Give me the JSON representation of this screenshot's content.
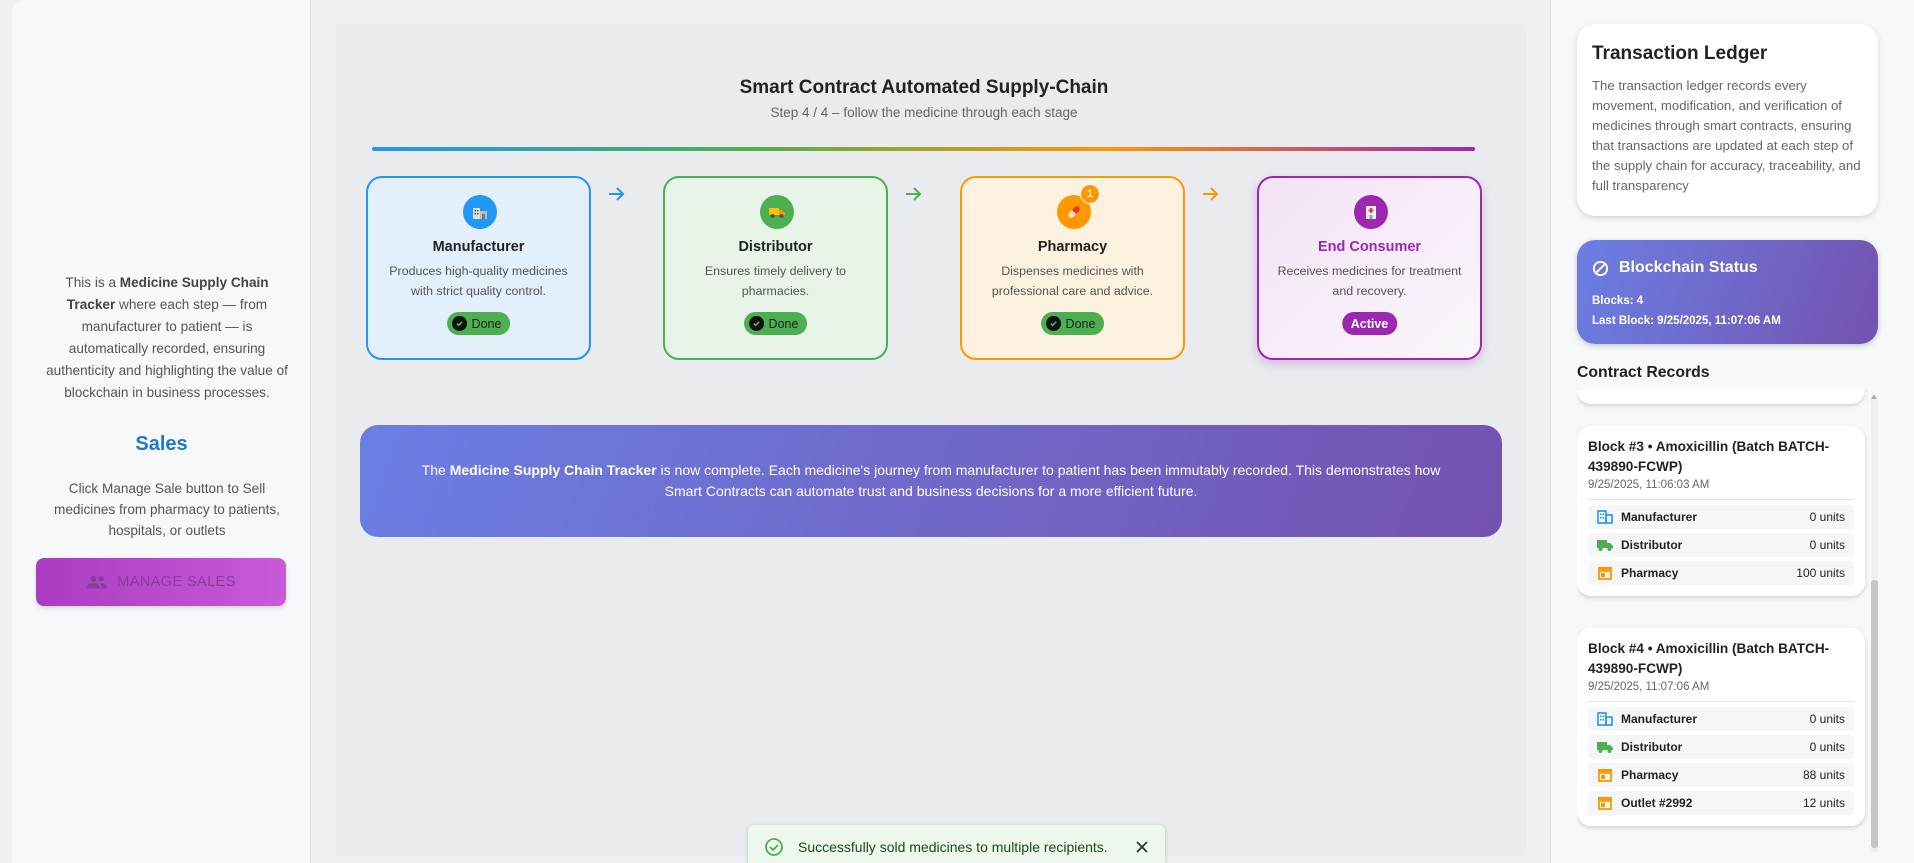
{
  "sidebar": {
    "intro_prefix": "This is a ",
    "intro_bold": "Medicine Supply Chain Tracker",
    "intro_suffix": " where each step — from manufacturer to patient — is automatically recorded, ensuring authenticity and highlighting the value of blockchain in business processes.",
    "sales_title": "Sales",
    "sales_desc": "Click Manage Sale button to Sell medicines from pharmacy to patients, hospitals, or outlets",
    "manage_button": "MANAGE SALES"
  },
  "main": {
    "title": "Smart Contract Automated Supply-Chain",
    "subtitle": "Step 4 / 4 – follow the medicine through each stage",
    "stages": [
      {
        "name": "Manufacturer",
        "desc": "Produces high-quality medicines with strict quality control.",
        "status": "Done",
        "color": "#2196f3",
        "bg": "#e3f0fc"
      },
      {
        "name": "Distributor",
        "desc": "Ensures timely delivery to pharmacies.",
        "status": "Done",
        "color": "#4caf50",
        "bg": "#e8f4e8"
      },
      {
        "name": "Pharmacy",
        "desc": "Dispenses medicines with professional care and advice.",
        "status": "Done",
        "color": "#ff9800",
        "bg": "#fdf1e0",
        "badge": "1"
      },
      {
        "name": "End Consumer",
        "desc": "Receives medicines for treatment and recovery.",
        "status": "Active",
        "color": "#9c27b0",
        "bg": "#f5e8f7"
      }
    ],
    "notice_prefix": "The ",
    "notice_bold": "Medicine Supply Chain Tracker",
    "notice_suffix": " is now complete. Each medicine's journey from manufacturer to patient has been immutably recorded. This demonstrates how Smart Contracts can automate trust and business decisions for a more efficient future."
  },
  "ledger": {
    "title": "Transaction Ledger",
    "desc": "The transaction ledger records every movement, modification, and verification of medicines through smart contracts, ensuring that transactions are updated at each step of the supply chain for accuracy, traceability, and full transparency"
  },
  "blockchain_status": {
    "title": "Blockchain Status",
    "blocks": "Blocks: 4",
    "last_block": "Last Block: 9/25/2025, 11:07:06 AM"
  },
  "records": {
    "title": "Contract Records",
    "blocks": [
      {
        "header": "Block #3 • Amoxicillin (Batch BATCH-439890-FCWP)",
        "date": "9/25/2025, 11:06:03 AM",
        "rows": [
          {
            "name": "Manufacturer",
            "value": "0 units",
            "icon": "factory-icon"
          },
          {
            "name": "Distributor",
            "value": "0 units",
            "icon": "truck-icon"
          },
          {
            "name": "Pharmacy",
            "value": "100 units",
            "icon": "store-icon"
          }
        ]
      },
      {
        "header": "Block #4 • Amoxicillin (Batch BATCH-439890-FCWP)",
        "date": "9/25/2025, 11:07:06 AM",
        "rows": [
          {
            "name": "Manufacturer",
            "value": "0 units",
            "icon": "factory-icon"
          },
          {
            "name": "Distributor",
            "value": "0 units",
            "icon": "truck-icon"
          },
          {
            "name": "Pharmacy",
            "value": "88 units",
            "icon": "store-icon"
          },
          {
            "name": "Outlet #2992",
            "value": "12 units",
            "icon": "store-icon"
          }
        ]
      }
    ]
  },
  "toast": {
    "message": "Successfully sold medicines to multiple recipients."
  }
}
